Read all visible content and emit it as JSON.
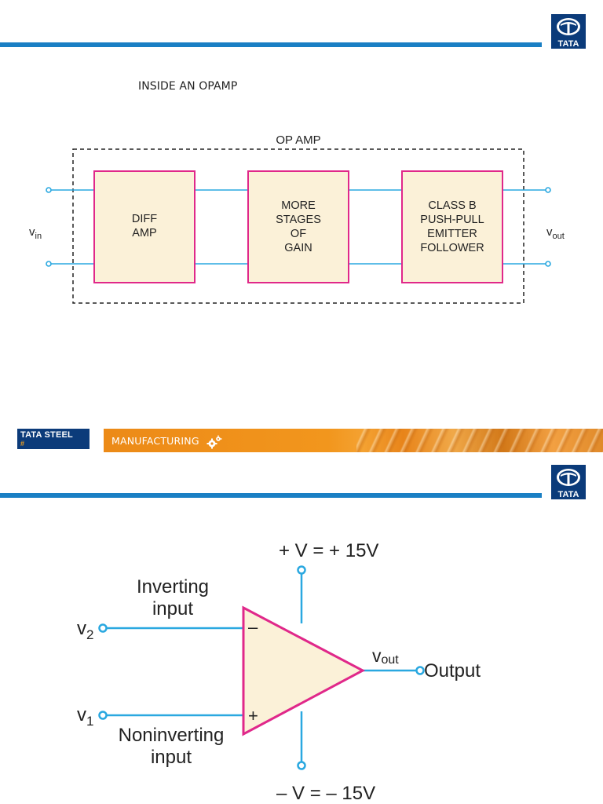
{
  "slide1": {
    "title": "INSIDE AN OPAMP",
    "diagram": {
      "container_label": "OP AMP",
      "input_label": "v",
      "input_sub": "in",
      "output_label": "v",
      "output_sub": "out",
      "blocks": [
        {
          "lines": [
            "DIFF",
            "AMP"
          ]
        },
        {
          "lines": [
            "MORE",
            "STAGES",
            "OF",
            "GAIN"
          ]
        },
        {
          "lines": [
            "CLASS B",
            "PUSH-PULL",
            "EMITTER",
            "FOLLOWER"
          ]
        }
      ]
    },
    "footer": {
      "brand": "TATA STEEL",
      "brand_mark": "#",
      "label": "MANUFACTURING"
    }
  },
  "slide2": {
    "supply_pos": "+ V = + 15V",
    "supply_neg": "– V = – 15V",
    "inverting_label": [
      "Inverting",
      "input"
    ],
    "noninverting_label": [
      "Noninverting",
      "input"
    ],
    "v2_label": "v",
    "v2_sub": "2",
    "v1_label": "v",
    "v1_sub": "1",
    "minus_sign": "–",
    "plus_sign": "+",
    "vout_label": "v",
    "vout_sub": "out",
    "output_label": "Output"
  },
  "colors": {
    "wire": "#2aa8e0",
    "block_border": "#e0288a",
    "block_fill": "#fbf1d8",
    "header_bar": "#1a7fc4",
    "footer_band": "#ec8a17",
    "tata_logo": "#0b3b7a"
  },
  "icons": [
    "tata-logo-icon",
    "gear-icon"
  ]
}
